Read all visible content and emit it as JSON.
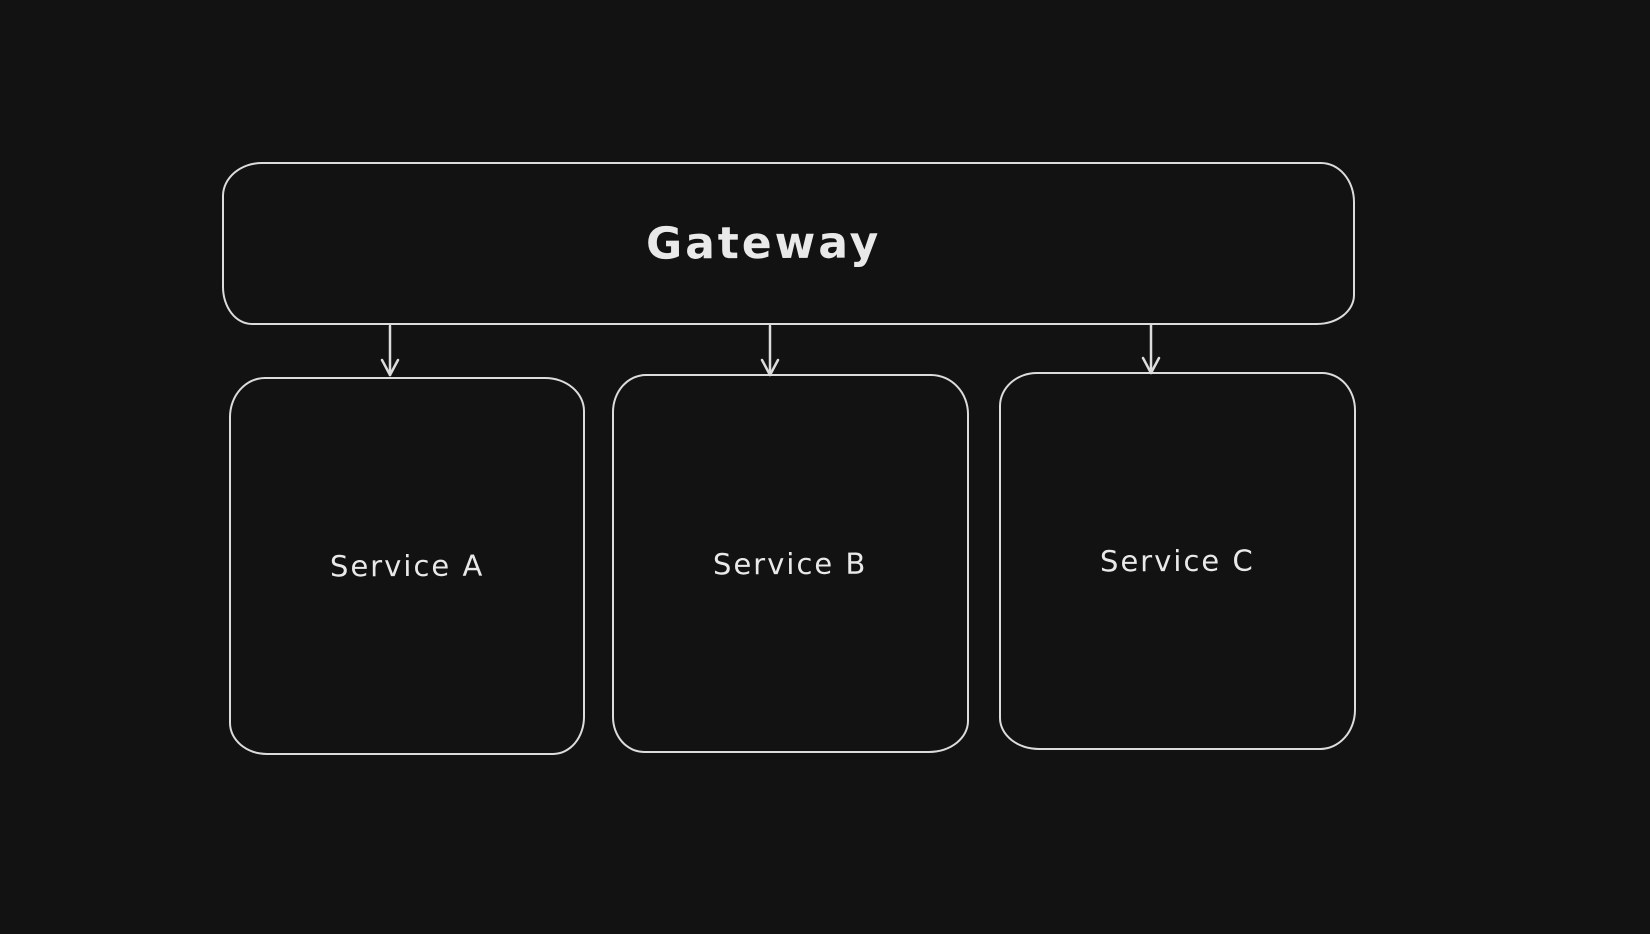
{
  "canvas": {
    "background_color": "#121212",
    "stroke_color": "#dcdcdc",
    "text_color": "#e9e9e9"
  },
  "diagram": {
    "type": "flowchart",
    "gateway": {
      "label": "Gateway"
    },
    "services": [
      {
        "label": "Service A"
      },
      {
        "label": "Service B"
      },
      {
        "label": "Service C"
      }
    ],
    "connections": [
      {
        "from": "Gateway",
        "to": "Service A",
        "style": "arrow-down"
      },
      {
        "from": "Gateway",
        "to": "Service B",
        "style": "arrow-down"
      },
      {
        "from": "Gateway",
        "to": "Service C",
        "style": "arrow-down"
      }
    ]
  }
}
